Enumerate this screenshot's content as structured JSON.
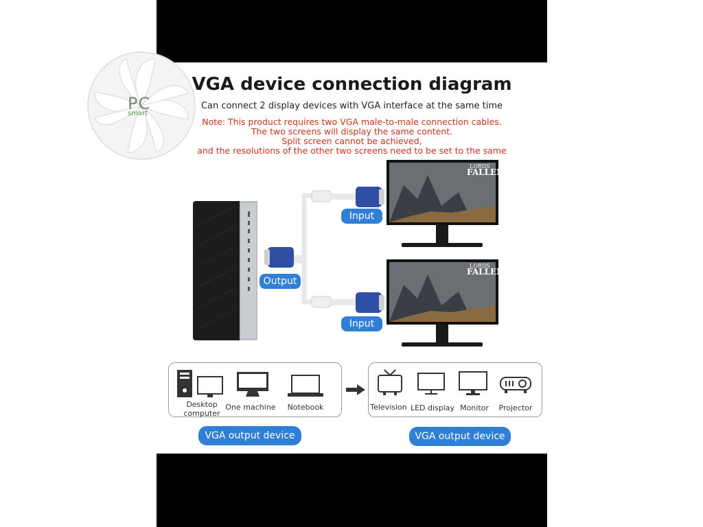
{
  "logo": {
    "text": "PC",
    "sub": "smart"
  },
  "title": "VGA device connection diagram",
  "subtitle": "Can connect 2 display devices with VGA interface at the same time",
  "note_lines": [
    "Note: This product requires two VGA male-to-male connection cables.",
    "The two screens will display the same content.",
    "Split screen cannot be achieved,",
    "and the resolutions of the other two screens need to be set to the same"
  ],
  "output_label": "Output",
  "input_label_top": "Input",
  "input_label_bottom": "Input",
  "monitor_game_title": "LORDS",
  "monitor_game_title2": "FALLEN",
  "left_devices": [
    {
      "label": "Desktop",
      "label2": "computer",
      "icon": "desktop-icon"
    },
    {
      "label": "One machine",
      "icon": "all-in-one-icon"
    },
    {
      "label": "Notebook",
      "icon": "laptop-icon"
    }
  ],
  "right_devices": [
    {
      "label": "Television",
      "icon": "tv-icon"
    },
    {
      "label": "LED display",
      "icon": "led-display-icon"
    },
    {
      "label": "Monitor",
      "icon": "monitor-icon"
    },
    {
      "label": "Projector",
      "icon": "projector-icon"
    }
  ],
  "left_pill": "VGA output device",
  "right_pill": "VGA output device",
  "colors": {
    "accent": "#2f7fd6",
    "note": "#c8321c"
  }
}
